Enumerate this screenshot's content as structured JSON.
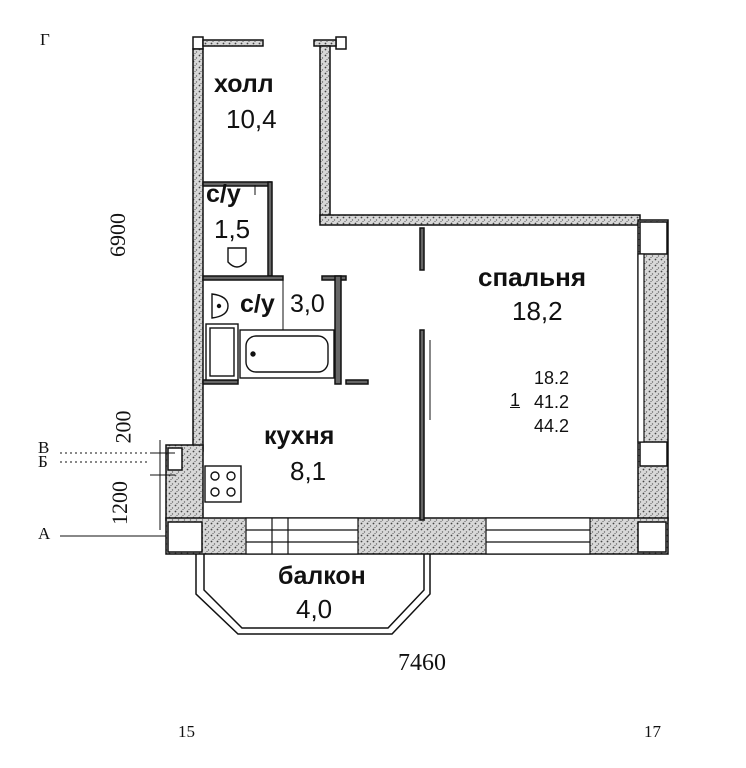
{
  "rooms": {
    "hall": {
      "name": "холл",
      "area": "10,4"
    },
    "bath_small": {
      "name": "с/у",
      "area": "1,5"
    },
    "bath_large": {
      "name": "с/у",
      "area": "3,0"
    },
    "bedroom": {
      "name": "спальня",
      "area": "18,2"
    },
    "kitchen": {
      "name": "кухня",
      "area": "8,1"
    },
    "balcony": {
      "name": "балкон",
      "area": "4,0"
    }
  },
  "summary": {
    "index": "1",
    "living_area": "18.2",
    "total_area": "41.2",
    "total_with_balcony": "44.2"
  },
  "dimensions": {
    "width_total": "7460",
    "depth_main": "6900",
    "depth_b": "200",
    "depth_a": "1200"
  },
  "axes": {
    "top": "Г",
    "b_upper": "В",
    "b_lower": "Б",
    "a": "А",
    "left": "15",
    "right": "17"
  },
  "colors": {
    "line": "#111111",
    "hatch": "#555555",
    "background": "#ffffff"
  }
}
